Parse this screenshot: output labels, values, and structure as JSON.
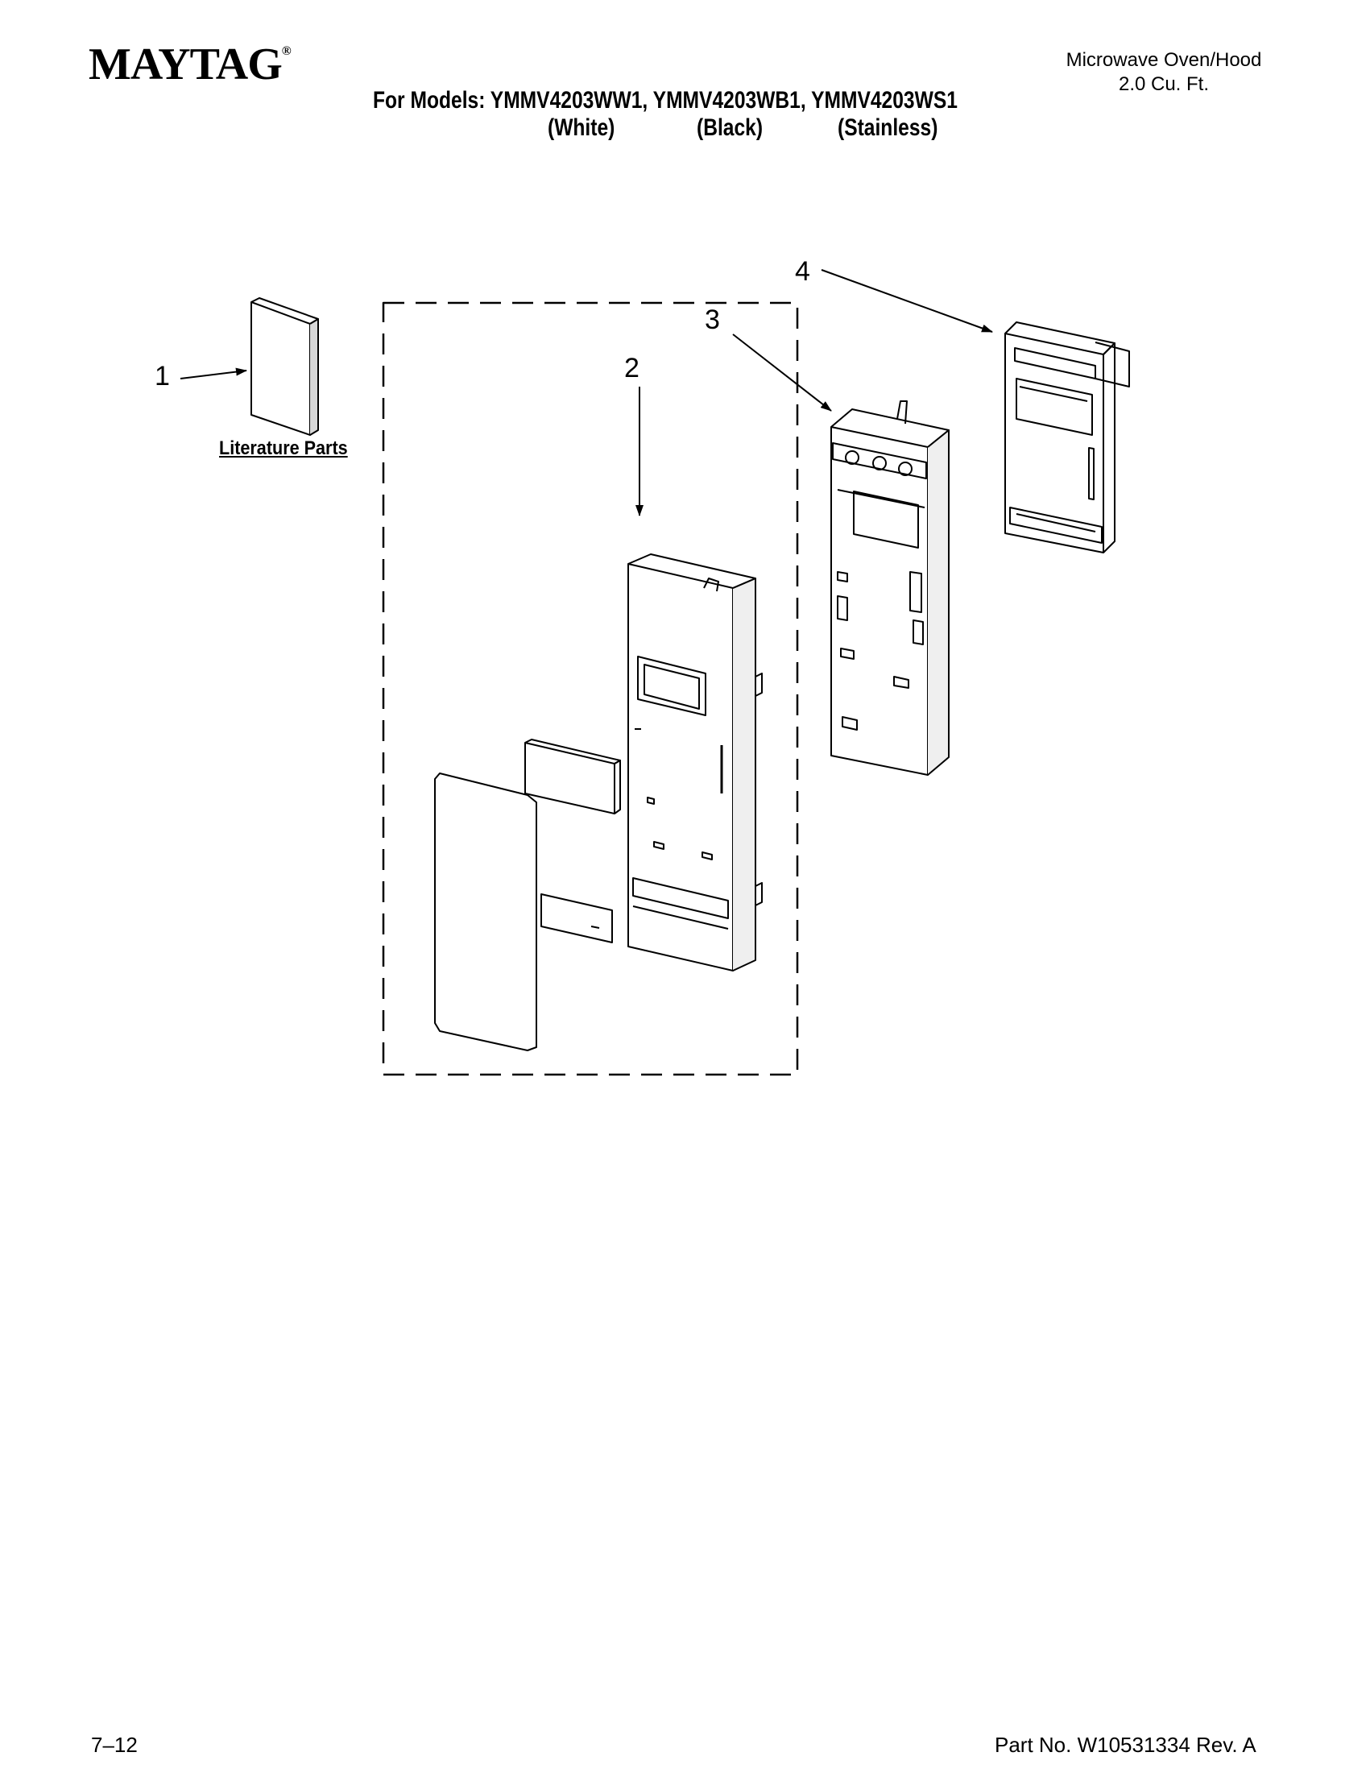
{
  "header": {
    "brand": "MAYTAG",
    "brand_mark": "®",
    "product_type_line1": "Microwave Oven/Hood",
    "product_type_line2": "2.0 Cu. Ft.",
    "models_line": "For Models: YMMV4203WW1, YMMV4203WB1, YMMV4203WS1",
    "variants": [
      "(White)",
      "(Black)",
      "(Stainless)"
    ]
  },
  "diagram": {
    "callouts": [
      "1",
      "2",
      "3",
      "4"
    ],
    "literature_label": "Literature Parts"
  },
  "footer": {
    "page_number": "7–12",
    "part_number": "Part No. W10531334 Rev. A"
  }
}
